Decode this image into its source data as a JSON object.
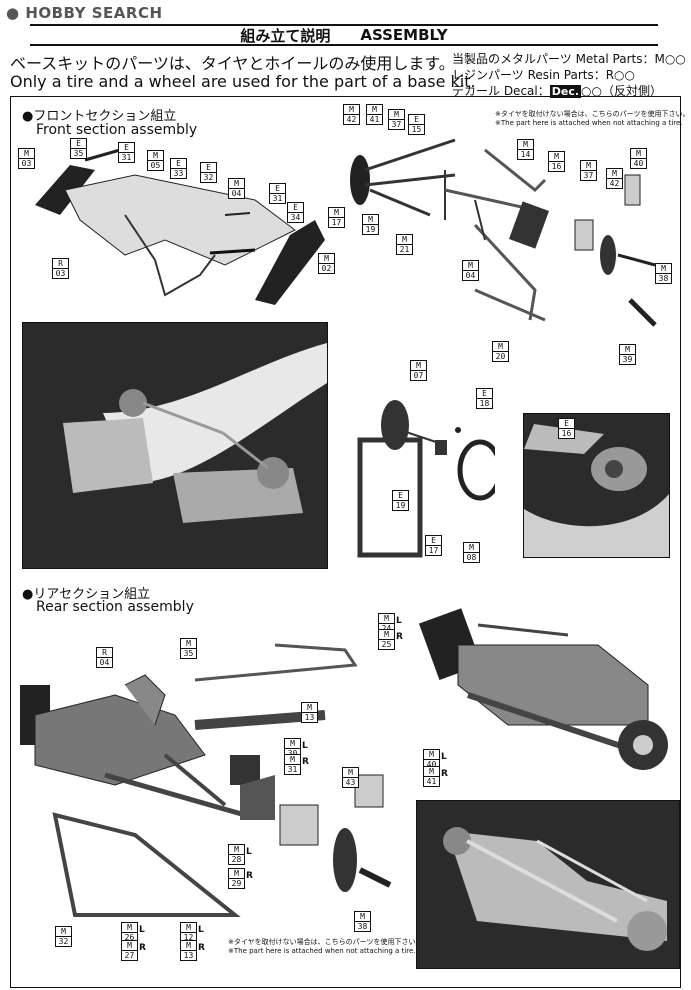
{
  "watermark": "HOBBY SEARCH",
  "header": {
    "title_jp": "組み立て説明",
    "title_en": "ASSEMBLY"
  },
  "intro": {
    "jp": "ベースキットのパーツは、タイヤとホイールのみ使用します。",
    "en": "Only a tire and a wheel are used for the part of a base kit."
  },
  "legend": {
    "metal": "当製品のメタルパーツ Metal Parts：M○○",
    "resin": "レジンパーツ Resin Parts：R○○",
    "decal_prefix": "デカール Decal：",
    "decal_badge": "Dec.",
    "decal_suffix": "○○（反対側）"
  },
  "front": {
    "title_jp": "●フロントセクション組立",
    "title_en": "Front section assembly"
  },
  "rear": {
    "title_jp": "●リアセクション組立",
    "title_en": "Rear section assembly"
  },
  "notes": {
    "tire_jp": "※タイヤを取付けない場合は、こちらのパーツを使用下さい。",
    "tire_en": "※The part here is attached when not attaching a tire."
  },
  "side_labels": {
    "left": "L",
    "right": "R"
  },
  "parts": [
    {
      "k": "M",
      "n": "03"
    },
    {
      "k": "E",
      "n": "35"
    },
    {
      "k": "E",
      "n": "31"
    },
    {
      "k": "M",
      "n": "05"
    },
    {
      "k": "E",
      "n": "33"
    },
    {
      "k": "E",
      "n": "32"
    },
    {
      "k": "M",
      "n": "04"
    },
    {
      "k": "E",
      "n": "31"
    },
    {
      "k": "E",
      "n": "34"
    },
    {
      "k": "M",
      "n": "02"
    },
    {
      "k": "R",
      "n": "03"
    },
    {
      "k": "M",
      "n": "42"
    },
    {
      "k": "M",
      "n": "41"
    },
    {
      "k": "M",
      "n": "37"
    },
    {
      "k": "E",
      "n": "15"
    },
    {
      "k": "M",
      "n": "17"
    },
    {
      "k": "M",
      "n": "19"
    },
    {
      "k": "M",
      "n": "21"
    },
    {
      "k": "M",
      "n": "14"
    },
    {
      "k": "M",
      "n": "16"
    },
    {
      "k": "M",
      "n": "37"
    },
    {
      "k": "M",
      "n": "42"
    },
    {
      "k": "M",
      "n": "40"
    },
    {
      "k": "M",
      "n": "38"
    },
    {
      "k": "M",
      "n": "04"
    },
    {
      "k": "M",
      "n": "20"
    },
    {
      "k": "M",
      "n": "39"
    },
    {
      "k": "M",
      "n": "07"
    },
    {
      "k": "E",
      "n": "18"
    },
    {
      "k": "E",
      "n": "19"
    },
    {
      "k": "E",
      "n": "17"
    },
    {
      "k": "M",
      "n": "08"
    },
    {
      "k": "E",
      "n": "16"
    },
    {
      "k": "R",
      "n": "04"
    },
    {
      "k": "M",
      "n": "35"
    },
    {
      "k": "M",
      "n": "24"
    },
    {
      "k": "M",
      "n": "25"
    },
    {
      "k": "M",
      "n": "13"
    },
    {
      "k": "M",
      "n": "30"
    },
    {
      "k": "M",
      "n": "31"
    },
    {
      "k": "M",
      "n": "43"
    },
    {
      "k": "M",
      "n": "40"
    },
    {
      "k": "M",
      "n": "41"
    },
    {
      "k": "M",
      "n": "28"
    },
    {
      "k": "M",
      "n": "29"
    },
    {
      "k": "M",
      "n": "38"
    },
    {
      "k": "M",
      "n": "32"
    },
    {
      "k": "M",
      "n": "26"
    },
    {
      "k": "M",
      "n": "27"
    },
    {
      "k": "M",
      "n": "12"
    },
    {
      "k": "M",
      "n": "13"
    }
  ]
}
